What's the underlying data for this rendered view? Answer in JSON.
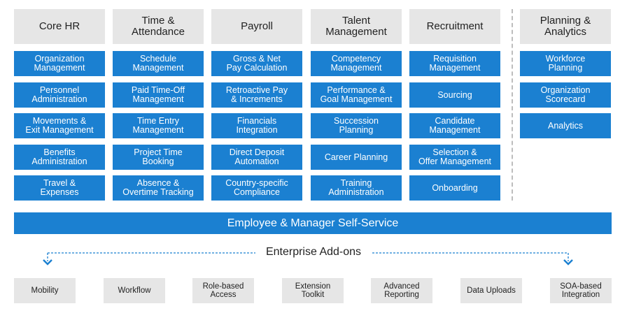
{
  "colors": {
    "module": "#1b80d1",
    "header": "#e6e6e6",
    "addon": "#e6e6e6",
    "arrow": "#1b80d1"
  },
  "columns": [
    {
      "header": "Core HR",
      "items": [
        "Organization\nManagement",
        "Personnel\nAdministration",
        "Movements &\nExit Management",
        "Benefits\nAdministration",
        "Travel &\nExpenses"
      ]
    },
    {
      "header": "Time &\nAttendance",
      "items": [
        "Schedule\nManagement",
        "Paid Time-Off\nManagement",
        "Time Entry\nManagement",
        "Project Time\nBooking",
        "Absence &\nOvertime Tracking"
      ]
    },
    {
      "header": "Payroll",
      "items": [
        "Gross & Net\nPay Calculation",
        "Retroactive Pay\n& Increments",
        "Financials\nIntegration",
        "Direct Deposit\nAutomation",
        "Country-specific\nCompliance"
      ]
    },
    {
      "header": "Talent\nManagement",
      "items": [
        "Competency\nManagement",
        "Performance &\nGoal Management",
        "Succession\nPlanning",
        "Career Planning",
        "Training\nAdministration"
      ]
    },
    {
      "header": "Recruitment",
      "items": [
        "Requisition\nManagement",
        "Sourcing",
        "Candidate\nManagement",
        "Selection &\nOffer Management",
        "Onboarding"
      ]
    },
    {
      "header": "Planning &\nAnalytics",
      "items": [
        "Workforce\nPlanning",
        "Organization\nScorecard",
        "Analytics"
      ]
    }
  ],
  "banner": "Employee & Manager Self-Service",
  "addons_title": "Enterprise Add-ons",
  "addons": [
    "Mobility",
    "Workflow",
    "Role-based\nAccess",
    "Extension\nToolkit",
    "Advanced\nReporting",
    "Data Uploads",
    "SOA-based\nIntegration"
  ]
}
